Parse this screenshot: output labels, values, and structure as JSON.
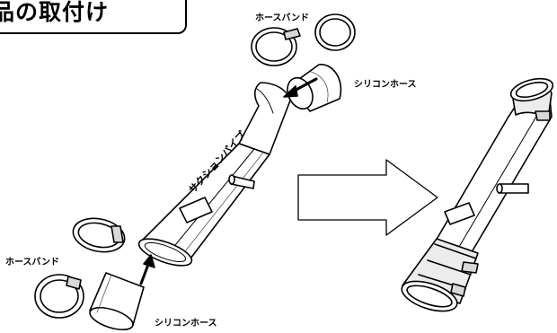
{
  "title": "品の取付け",
  "labels": {
    "hose_band_top": "ホースバンド",
    "silicone_hose_top": "シリコンホース",
    "hose_band_left": "ホースバンド",
    "silicone_hose_bottom": "シリコンホース",
    "suction_pipe": "サクションパイプ"
  },
  "colors": {
    "line": "#000000",
    "background": "#ffffff",
    "band_shade": "#d8d8d8"
  }
}
